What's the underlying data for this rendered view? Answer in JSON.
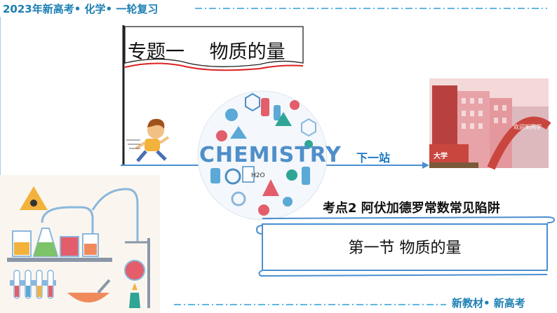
{
  "header": {
    "title": "2023年新高考• 化学• 一轮复习"
  },
  "banner": {
    "topic_title": "专题一　 物质的量"
  },
  "center_graphic": {
    "word": "CHEMISTRY",
    "hint_text": "H2O"
  },
  "arrow": {
    "label": "下一站"
  },
  "building": {
    "sign_text": "大学",
    "arch_text": "欢迎新同学"
  },
  "subtopic": {
    "label": "考点2 阿伏加德罗常数常见陷阱"
  },
  "section_card": {
    "title": "第一节  物质的量"
  },
  "footer": {
    "label": "新教材• 新高考"
  },
  "colors": {
    "accent_blue": "#1c7fb3",
    "arrow_blue": "#4a8fd0",
    "flag_red": "#d22"
  }
}
